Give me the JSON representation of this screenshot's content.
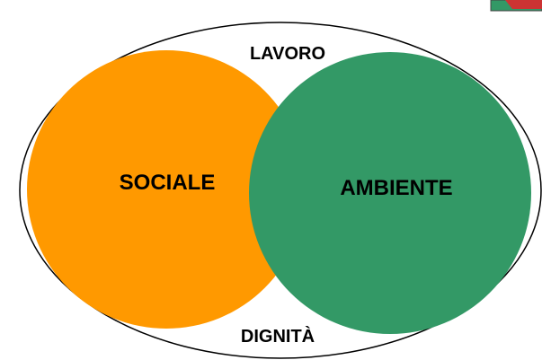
{
  "diagram": {
    "outer_label_top": "LAVORO",
    "outer_label_bottom": "DIGNITÀ",
    "circle_left_label": "SOCIALE",
    "circle_right_label": "AMBIENTE"
  },
  "colors": {
    "background": "#ffffff",
    "outer_ellipse_stroke": "#000000",
    "circle_left_fill": "#ff9900",
    "circle_right_fill": "#339966",
    "corner_icon_fill": "#339966",
    "corner_icon_accent": "#cc3333"
  },
  "icons": {
    "corner_icon": "slide-nav-arrow-icon"
  }
}
